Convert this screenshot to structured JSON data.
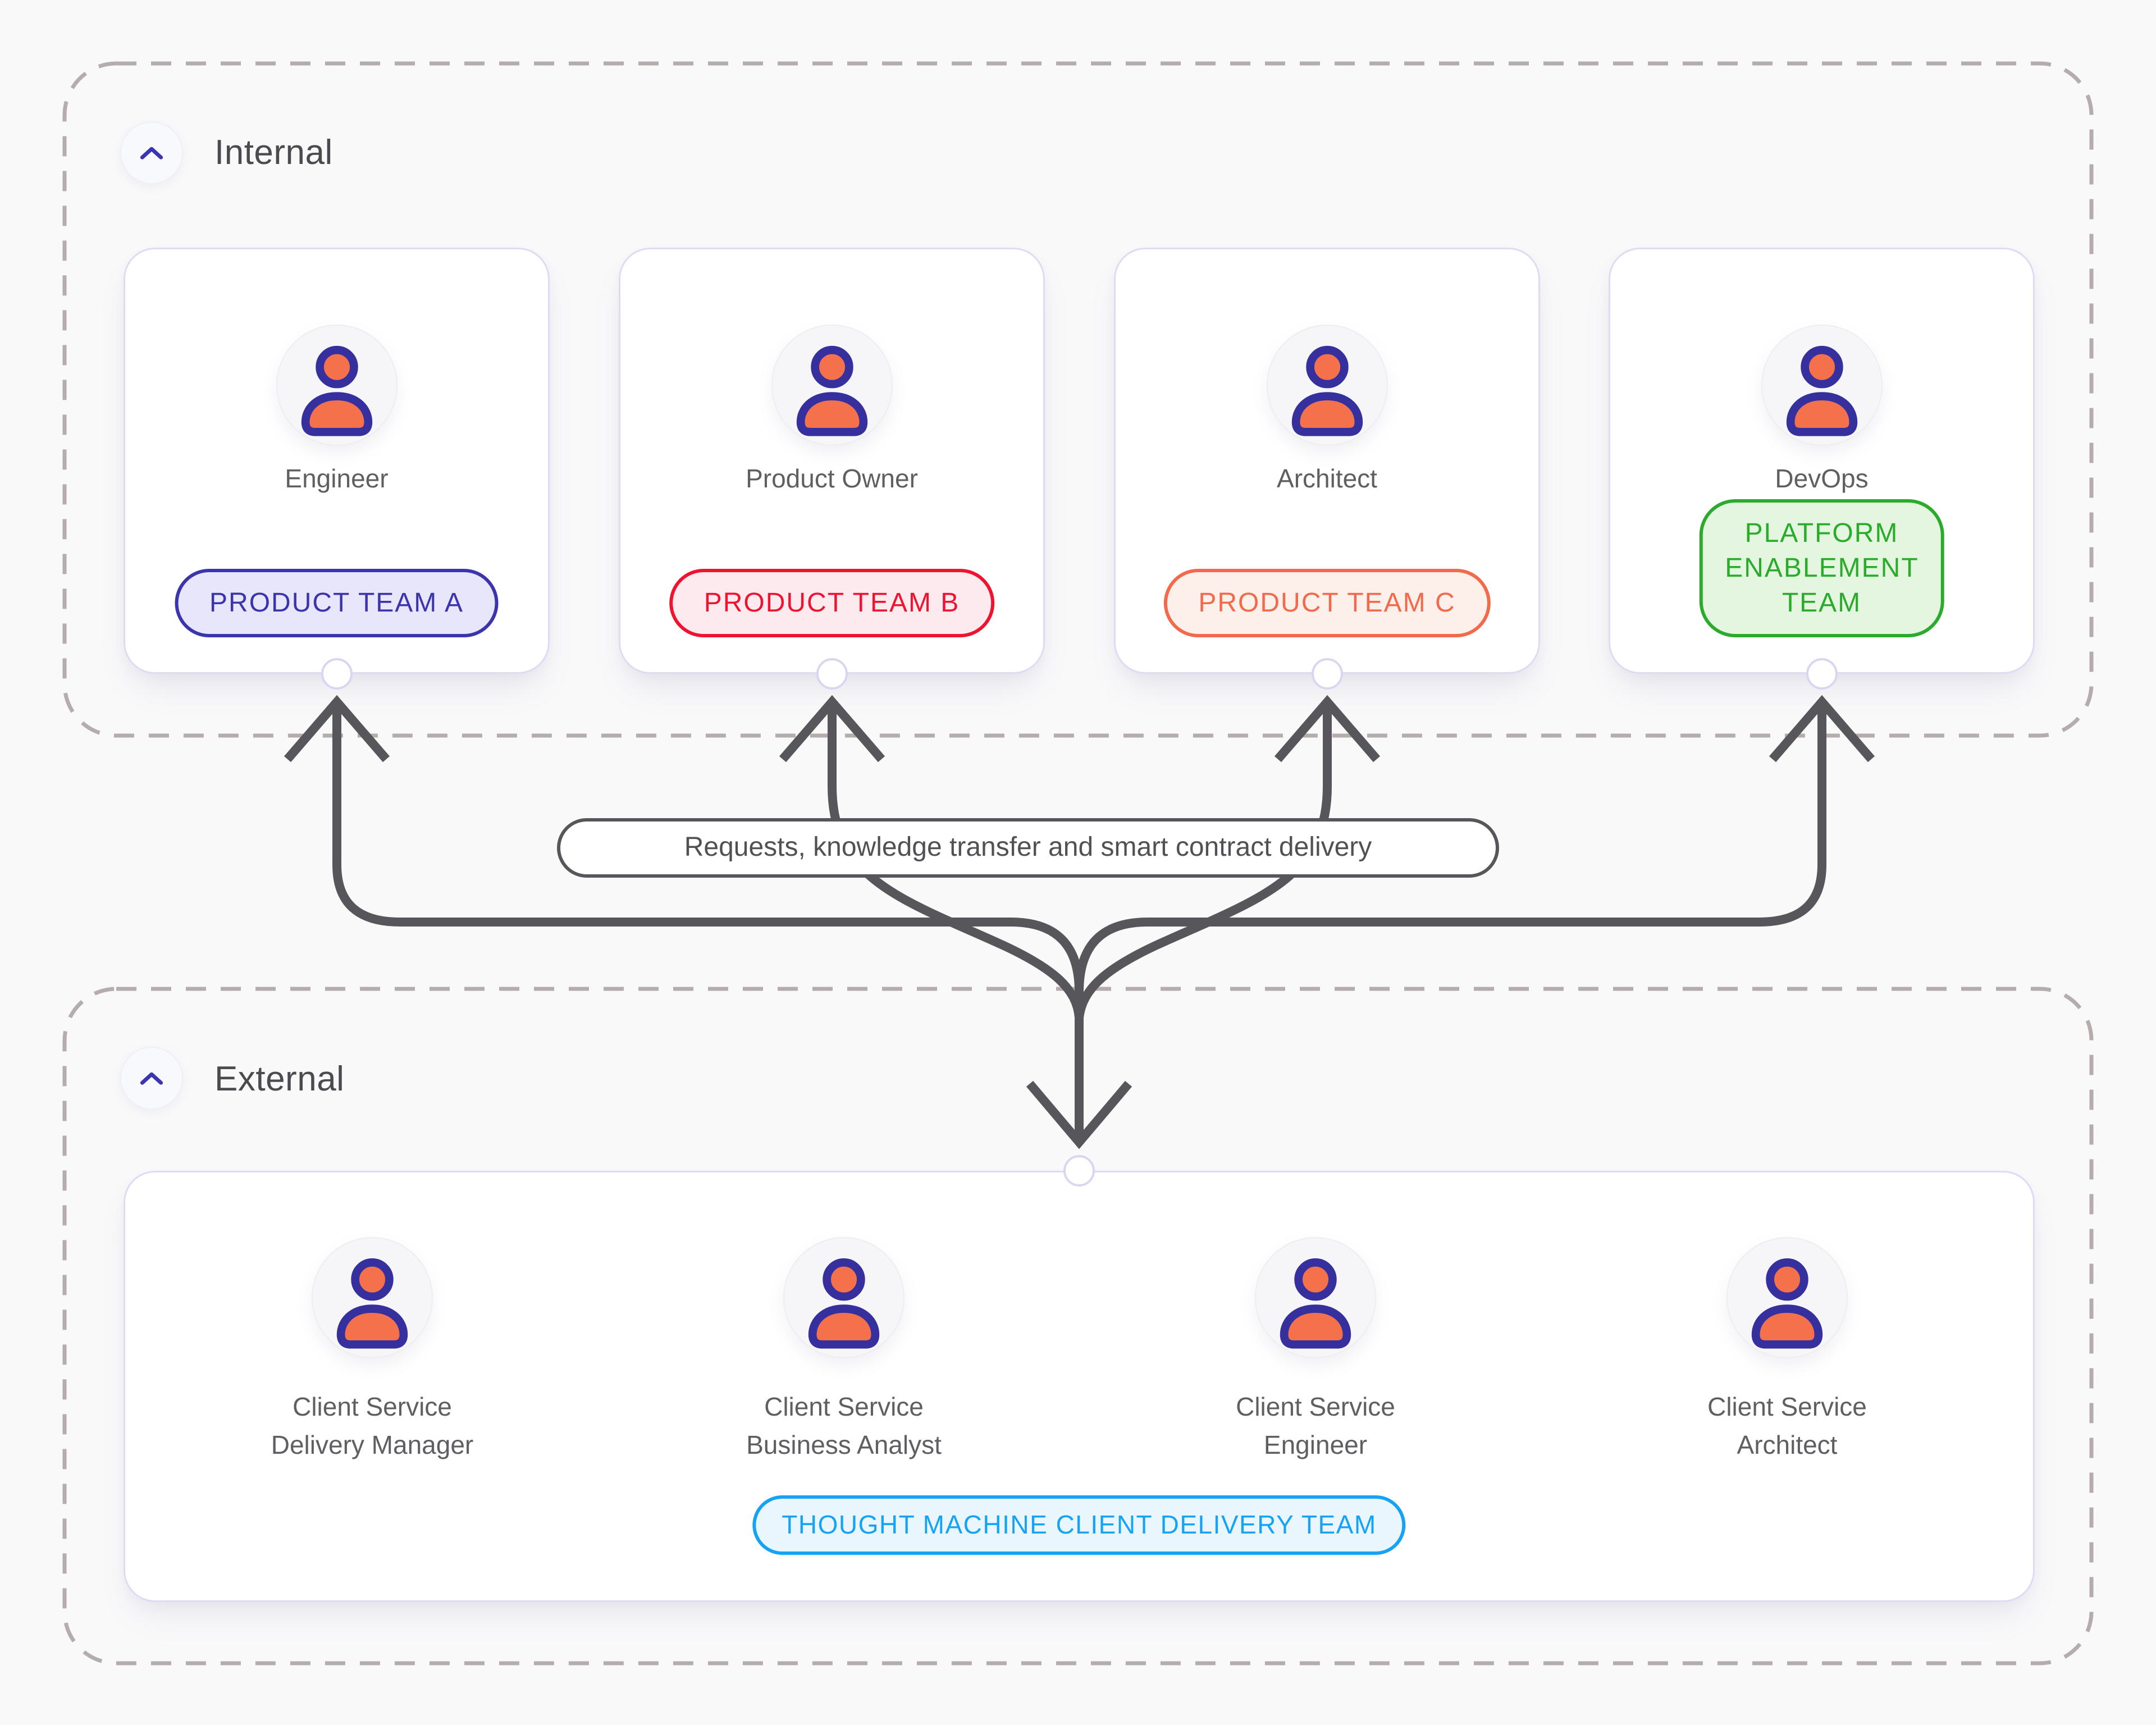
{
  "internal": {
    "label": "Internal",
    "collapse_icon": "chevron-up-icon",
    "cards": [
      {
        "role": "Engineer",
        "team": "PRODUCT TEAM A",
        "accent": "#3b34ad",
        "bg": "#e7e6fa"
      },
      {
        "role": "Product Owner",
        "team": "PRODUCT TEAM B",
        "accent": "#ef1330",
        "bg": "#fdeaee"
      },
      {
        "role": "Architect",
        "team": "PRODUCT TEAM C",
        "accent": "#f26a4b",
        "bg": "#fdefe9"
      },
      {
        "role": "DevOps",
        "team": "PLATFORM ENABLEMENT TEAM",
        "accent": "#2bab2b",
        "bg": "#e4f5e0"
      }
    ]
  },
  "connection": {
    "label": "Requests, knowledge transfer and smart contract delivery",
    "arrow_color": "#57565a",
    "direction": "bidirectional"
  },
  "external": {
    "label": "External",
    "collapse_icon": "chevron-up-icon",
    "members": [
      {
        "role": "Client Service\nDelivery Manager",
        "icon": "person-icon"
      },
      {
        "role": "Client Service\nBusiness Analyst",
        "icon": "person-icon"
      },
      {
        "role": "Client Service\nEngineer",
        "icon": "person-icon"
      },
      {
        "role": "Client Service\nArchitect",
        "icon": "person-icon"
      }
    ],
    "team_badge": {
      "label": "THOUGHT MACHINE CLIENT DELIVERY TEAM",
      "accent": "#16a3f6",
      "bg": "#e9f6fe"
    }
  },
  "colors": {
    "page_bg": "#f9f9fa",
    "dashed_border": "#b5adad",
    "card_border": "#dedcf5",
    "person_outline": "#36309e",
    "person_fill": "#f4714b"
  }
}
